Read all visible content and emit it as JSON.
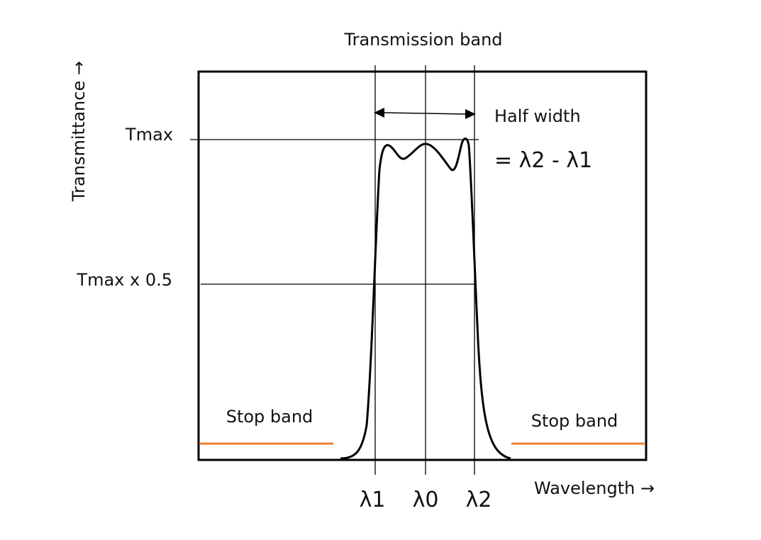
{
  "labels": {
    "transmission_band": "Transmission band",
    "transmittance_axis": "Transmittance →",
    "tmax": "Tmax",
    "tmax_half": "Tmax x 0.5",
    "half_width": "Half width",
    "formula": "=  λ2 - λ1",
    "stop_band_left": "Stop band",
    "stop_band_right": "Stop band",
    "wavelength_axis": "Wavelength →",
    "lambda1": "λ1",
    "lambda0": "λ0",
    "lambda2": "λ2"
  },
  "colors": {
    "curve": "#000000",
    "stop_band": "#ED7D31",
    "frame": "#000000",
    "guide": "#000000"
  }
}
